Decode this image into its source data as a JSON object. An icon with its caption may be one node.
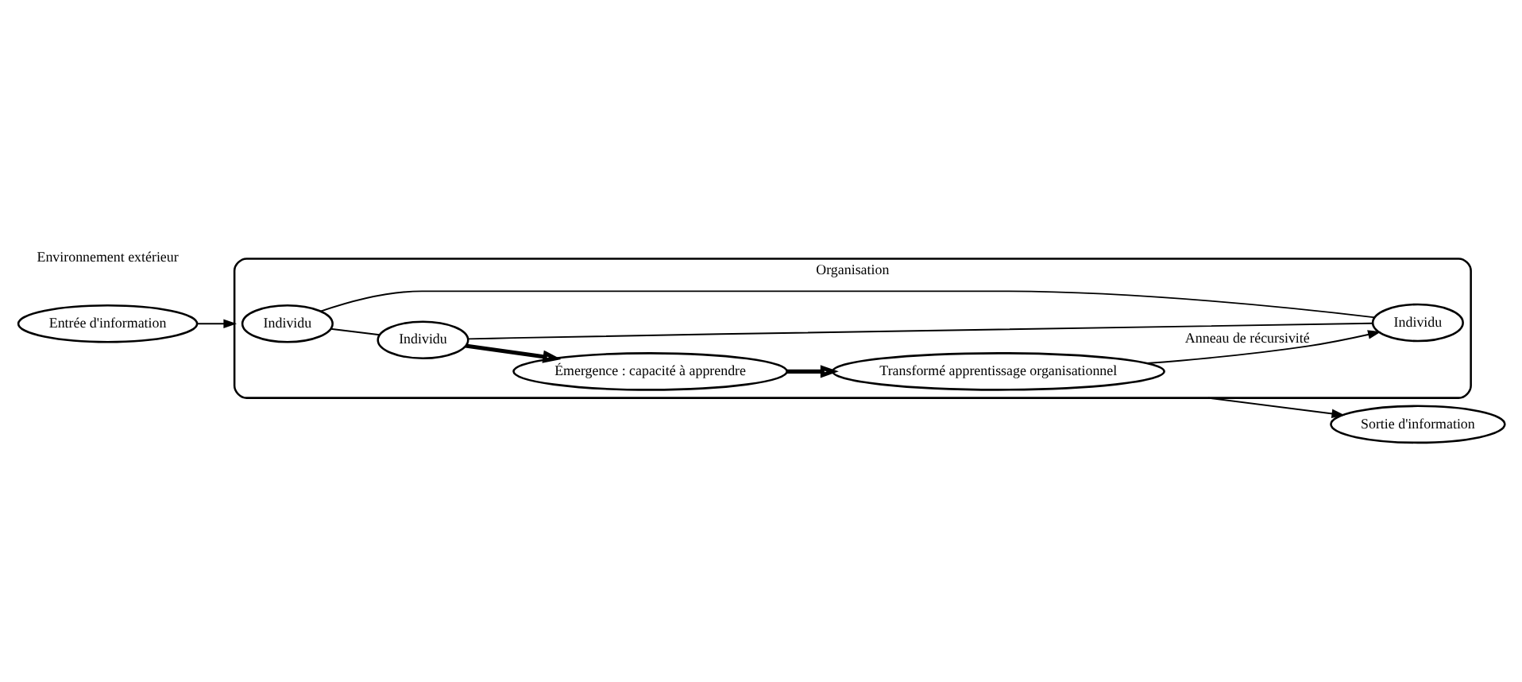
{
  "diagram": {
    "nodes": [
      {
        "text": [
          "Organisation"
        ]
      },
      {
        "text": [
          "Individu"
        ],
        "in": 0
      },
      {
        "text": [
          "Individu"
        ],
        "in": 0
      },
      {
        "text": [
          "Individu"
        ],
        "in": 0
      },
      {
        "text": [
          "Émergence : capacité à apprendre"
        ],
        "in": 0
      },
      {
        "text": [
          "Transformé apprentissage organisationnel"
        ],
        "in": 0
      },
      {
        "text": [
          "Entrée d'information"
        ]
      },
      {
        "text": [
          "Sortie d'information"
        ]
      }
    ],
    "edges": [
      {
        "from": 1,
        "to": 2,
        "arrow": "none"
      },
      {
        "from": 1,
        "to": 3,
        "arrow": "none"
      },
      {
        "from": 3,
        "to": 2,
        "arrow": "none"
      },
      {
        "from": 2,
        "to": 4,
        "arrow": "to",
        "style": "thick"
      },
      {
        "from": 4,
        "to": 5,
        "arrow": "to",
        "style": "thick"
      },
      {
        "from": 6,
        "to": 0,
        "arrow": "to"
      },
      {
        "from": 0,
        "to": 7,
        "arrow": "to"
      },
      {
        "from": 5,
        "to": 3,
        "arrow": "to",
        "label": "Anneau de récursivité"
      }
    ],
    "labels": [
      "Environnement extérieur"
    ]
  }
}
